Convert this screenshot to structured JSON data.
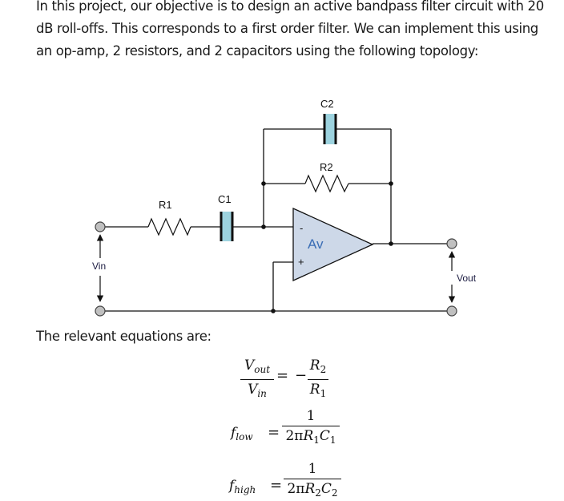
{
  "intro_text": "In this project, our objective is to design an active bandpass filter circuit with 20 dB roll-offs. This corresponds to a first order filter. We can implement this using an op-amp, 2 resistors, and 2 capacitors using the following topology:",
  "circuit": {
    "labels": {
      "r1": "R1",
      "c1": "C1",
      "r2": "R2",
      "c2": "C2",
      "opamp_gain": "Av",
      "inverting_input": "-",
      "noninverting_input": "+",
      "vin": "Vin",
      "vout": "Vout"
    },
    "colors": {
      "wire": "#111111",
      "capacitor_fill": "#9dd3df",
      "opamp_fill": "#cdd8e8",
      "opamp_text": "#3a6db5",
      "terminal_fill": "#c0c0c0"
    }
  },
  "equations_intro": "The relevant equations are:",
  "equations": {
    "gain": {
      "lhs_num_var": "V",
      "lhs_num_sub": "out",
      "lhs_den_var": "V",
      "lhs_den_sub": "in",
      "equals": "=",
      "minus": "−",
      "rhs_num_var": "R",
      "rhs_num_sub": "2",
      "rhs_den_var": "R",
      "rhs_den_sub": "1"
    },
    "f_low": {
      "lhs_var": "f",
      "lhs_sub": "low",
      "equals": "=",
      "num": "1",
      "den_prefix": "2π",
      "den_r": "R",
      "den_r_sub": "1",
      "den_c": "C",
      "den_c_sub": "1"
    },
    "f_high": {
      "lhs_var": "f",
      "lhs_sub": "high",
      "equals": "=",
      "num": "1",
      "den_prefix": "2π",
      "den_r": "R",
      "den_r_sub": "2",
      "den_c": "C",
      "den_c_sub": "2"
    }
  }
}
